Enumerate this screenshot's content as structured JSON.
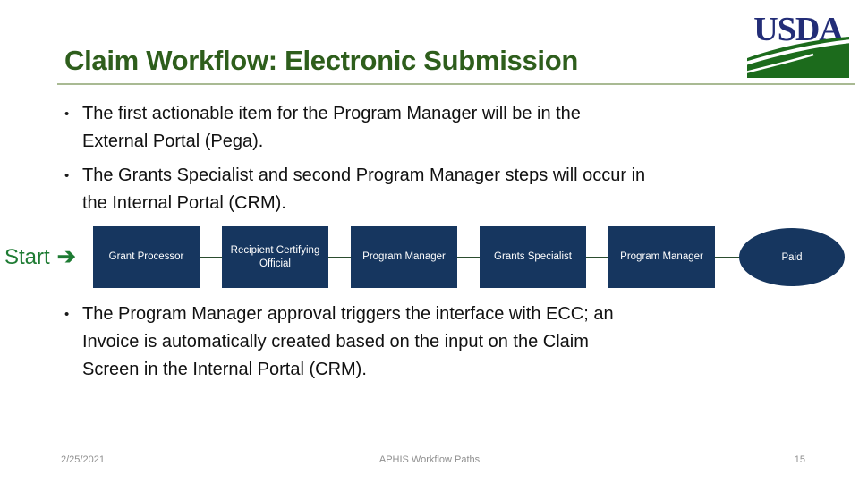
{
  "slide": {
    "title": "Claim Workflow: Electronic Submission",
    "bullet_char": "•",
    "footer": {
      "date": "2/25/2021",
      "center": "APHIS Workflow Paths",
      "page": "15"
    }
  },
  "bullets_top": [
    {
      "text": "The first actionable item for the Program Manager will be in the\nExternal Portal (Pega)."
    },
    {
      "text": "The Grants Specialist and second Program Manager steps will occur in\nthe Internal Portal (CRM)."
    }
  ],
  "bullets_bottom": [
    {
      "text": "The Program Manager approval triggers the interface with ECC; an\nInvoice is automatically created based on the input on the Claim\nScreen in the Internal Portal (CRM)."
    }
  ],
  "diagram": {
    "start_label": "Start",
    "start_arrow": "➔",
    "steps": [
      "Grant Processor",
      "Recipient Certifying Official",
      "Program Manager",
      "Grants Specialist",
      "Program Manager"
    ],
    "end_label": "Paid"
  },
  "logo": {
    "wordmark": "USDA"
  },
  "colors": {
    "title_green": "#2e5e1c",
    "rule_sage": "#a9ba93",
    "box_navy": "#16365f",
    "connector_green": "#2b4d2e",
    "start_green": "#1e7b33",
    "logo_navy": "#232d77",
    "logo_green": "#1c6b1c",
    "footer_gray": "#8f8f8f"
  }
}
